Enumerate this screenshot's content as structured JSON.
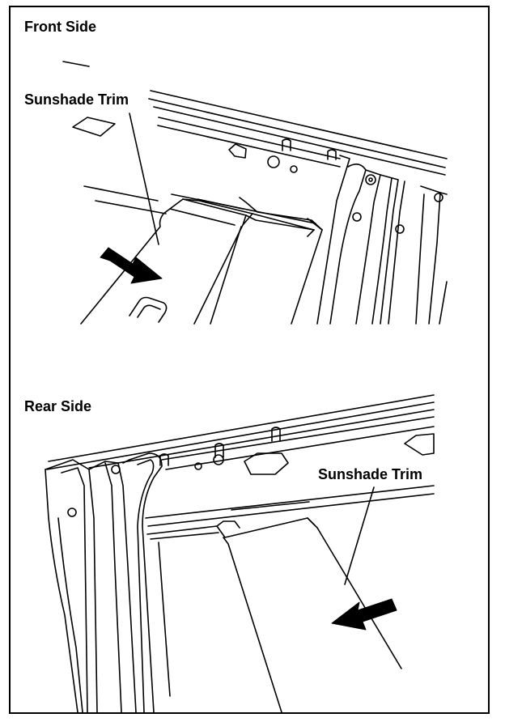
{
  "panels": [
    {
      "title": "Front Side",
      "callout": "Sunshade Trim",
      "arrow_direction": "down-right"
    },
    {
      "title": "Rear Side",
      "callout": "Sunshade Trim",
      "arrow_direction": "left"
    }
  ],
  "colors": {
    "line": "#000000",
    "background": "#ffffff"
  }
}
